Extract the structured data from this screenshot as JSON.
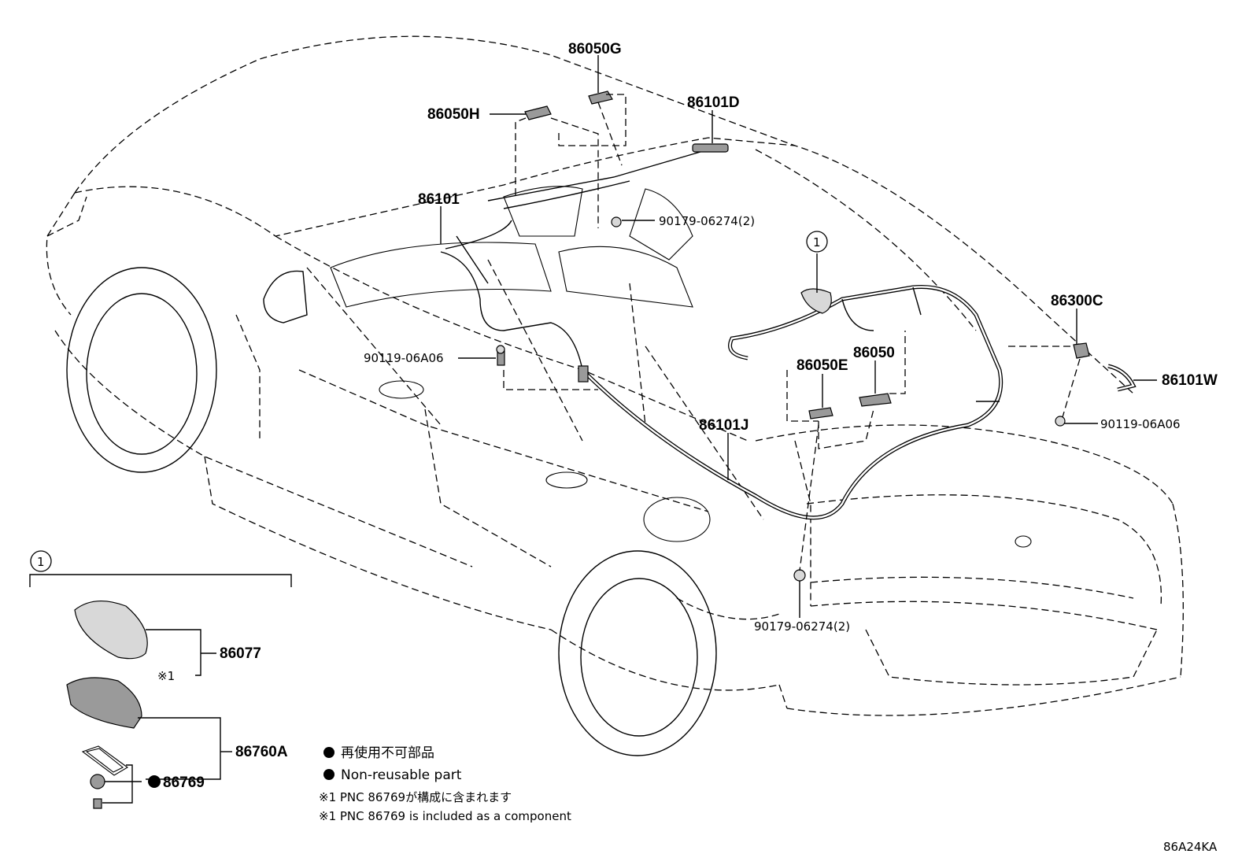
{
  "labels": {
    "p86050G": "86050G",
    "p86050H": "86050H",
    "p86101D": "86101D",
    "p86101": "86101",
    "p90179_top": "90179-06274(2)",
    "p90119_left": "90119-06A06",
    "p86101J": "86101J",
    "p86050E": "86050E",
    "p86050": "86050",
    "p86300C": "86300C",
    "p86101W": "86101W",
    "p90119_right": "90119-06A06",
    "p90179_bottom": "90179-06274(2)",
    "p86077": "86077",
    "p86760A": "86760A",
    "p86769": "86769",
    "note_ref": "※1"
  },
  "callout": {
    "marker": "1"
  },
  "legend": {
    "line_jp": "再使用不可部品",
    "line_en": "Non-reusable part",
    "note_jp": "※1 PNC 86769が構成に含まれます",
    "note_en": "※1 PNC 86769 is included as a component"
  },
  "diagram_code": "86A24KA"
}
